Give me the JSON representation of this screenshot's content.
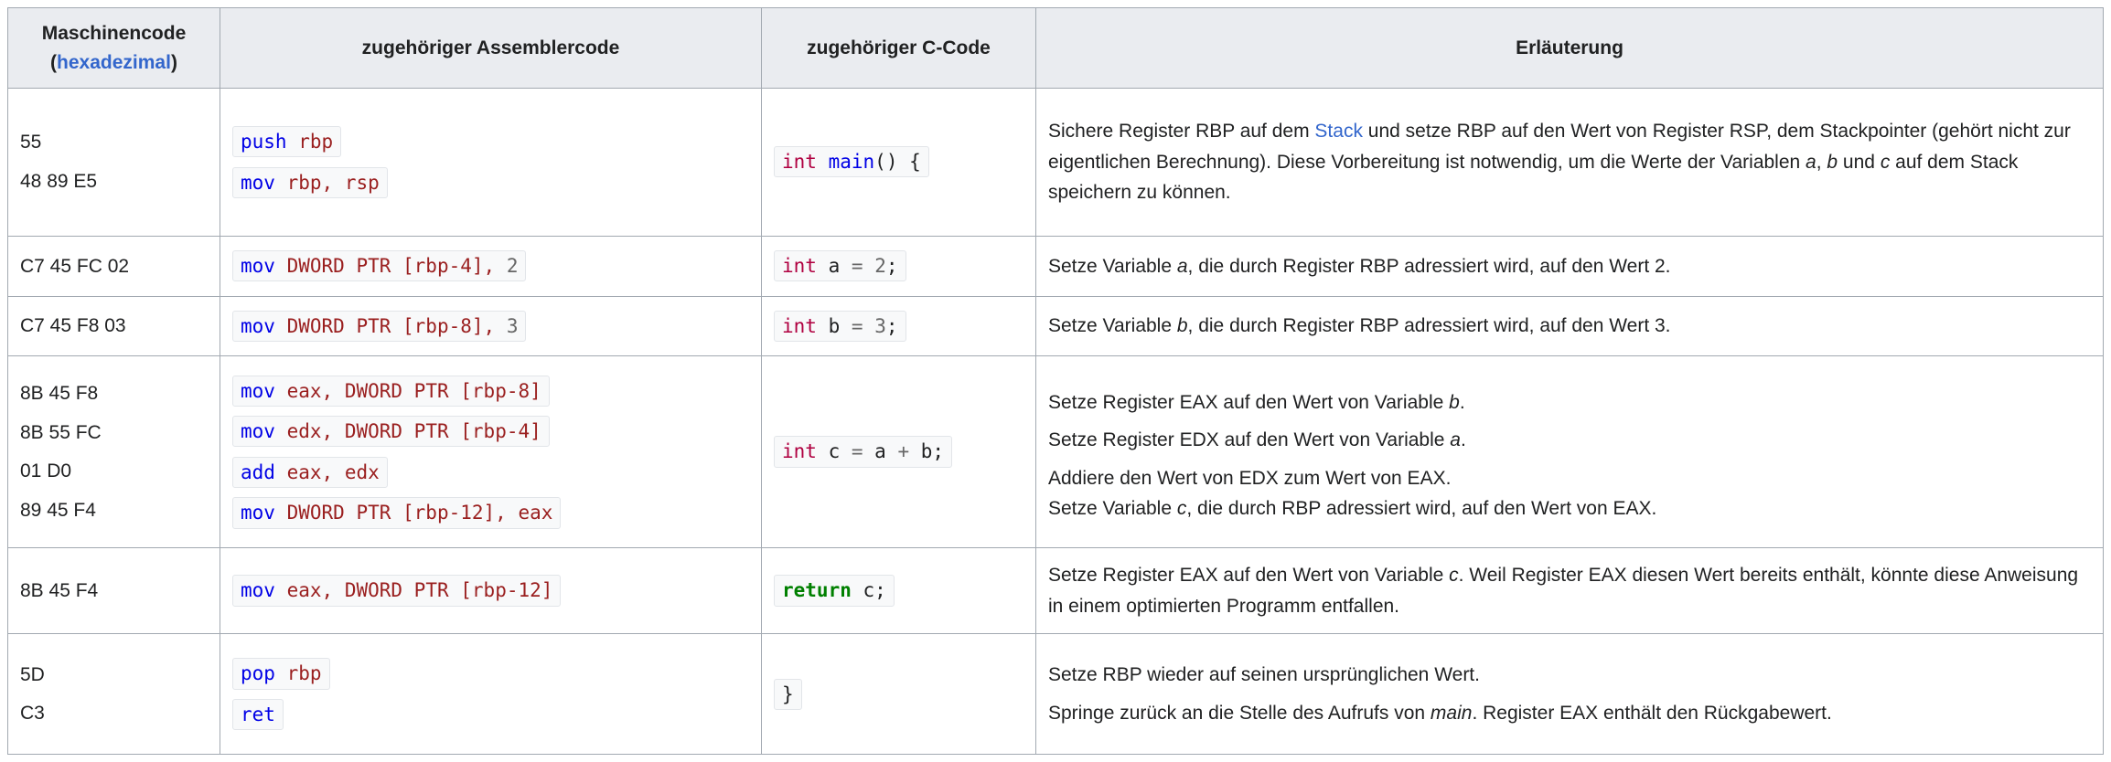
{
  "colors": {
    "link": "#3366cc",
    "table_border": "#a2a9b1",
    "header_bg": "#eaecf0",
    "chip_bg": "#f8f9fa",
    "chip_border": "#e2e5e9",
    "text": "#202122",
    "asm_mnemonic": "#0000e6",
    "asm_operand": "#9a1f1f",
    "c_type": "#b00040",
    "c_function": "#0000e6",
    "c_keyword": "#008000",
    "number_operator": "#666666"
  },
  "header": {
    "col1_title": "Maschinencode",
    "col1_open": "(",
    "col1_link": "hexadezimal",
    "col1_close": ")",
    "col2": "zugehöriger Assemblercode",
    "col3": "zugehöriger C-Code",
    "col4": "Erläuterung"
  },
  "rows": [
    {
      "machine_code": [
        "55",
        "48 89 E5"
      ],
      "asm": [
        [
          {
            "t": "push",
            "c": "mn"
          },
          {
            "t": " ",
            "c": "pl"
          },
          {
            "t": "rbp",
            "c": "op"
          }
        ],
        [
          {
            "t": "mov",
            "c": "mn"
          },
          {
            "t": " ",
            "c": "pl"
          },
          {
            "t": "rbp,",
            "c": "op"
          },
          {
            "t": " ",
            "c": "pl"
          },
          {
            "t": "rsp",
            "c": "op"
          }
        ]
      ],
      "c_code": [
        {
          "t": "int",
          "c": "kt"
        },
        {
          "t": " ",
          "c": "pl"
        },
        {
          "t": "main",
          "c": "nf"
        },
        {
          "t": "() {",
          "c": "pl"
        }
      ],
      "explanation": [
        {
          "tight": false,
          "segments": [
            {
              "t": "Sichere Register RBP auf dem ",
              "s": "t"
            },
            {
              "t": "Stack",
              "s": "a"
            },
            {
              "t": " und setze RBP auf den Wert von Register RSP, dem Stackpointer (gehört nicht zur eigentlichen Berechnung). Diese Vorbereitung ist notwendig, um die Werte der Variablen ",
              "s": "t"
            },
            {
              "t": "a",
              "s": "i"
            },
            {
              "t": ", ",
              "s": "t"
            },
            {
              "t": "b",
              "s": "i"
            },
            {
              "t": " und ",
              "s": "t"
            },
            {
              "t": "c",
              "s": "i"
            },
            {
              "t": " auf dem Stack speichern zu können.",
              "s": "t"
            }
          ]
        }
      ]
    },
    {
      "machine_code": [
        "C7 45 FC 02"
      ],
      "asm": [
        [
          {
            "t": "mov",
            "c": "mn"
          },
          {
            "t": " ",
            "c": "pl"
          },
          {
            "t": "DWORD PTR [rbp-4],",
            "c": "op"
          },
          {
            "t": " ",
            "c": "pl"
          },
          {
            "t": "2",
            "c": "num"
          }
        ]
      ],
      "c_code": [
        {
          "t": "int",
          "c": "kt"
        },
        {
          "t": " a ",
          "c": "pl"
        },
        {
          "t": "=",
          "c": "num"
        },
        {
          "t": " ",
          "c": "pl"
        },
        {
          "t": "2",
          "c": "num"
        },
        {
          "t": ";",
          "c": "pl"
        }
      ],
      "explanation": [
        {
          "tight": false,
          "segments": [
            {
              "t": "Setze Variable ",
              "s": "t"
            },
            {
              "t": "a",
              "s": "i"
            },
            {
              "t": ", die durch Register RBP adressiert wird, auf den Wert 2.",
              "s": "t"
            }
          ]
        }
      ]
    },
    {
      "machine_code": [
        "C7 45 F8 03"
      ],
      "asm": [
        [
          {
            "t": "mov",
            "c": "mn"
          },
          {
            "t": " ",
            "c": "pl"
          },
          {
            "t": "DWORD PTR [rbp-8],",
            "c": "op"
          },
          {
            "t": " ",
            "c": "pl"
          },
          {
            "t": "3",
            "c": "num"
          }
        ]
      ],
      "c_code": [
        {
          "t": "int",
          "c": "kt"
        },
        {
          "t": " b ",
          "c": "pl"
        },
        {
          "t": "=",
          "c": "num"
        },
        {
          "t": " ",
          "c": "pl"
        },
        {
          "t": "3",
          "c": "num"
        },
        {
          "t": ";",
          "c": "pl"
        }
      ],
      "explanation": [
        {
          "tight": false,
          "segments": [
            {
              "t": "Setze Variable ",
              "s": "t"
            },
            {
              "t": "b",
              "s": "i"
            },
            {
              "t": ", die durch Register RBP adressiert wird, auf den Wert 3.",
              "s": "t"
            }
          ]
        }
      ]
    },
    {
      "machine_code": [
        "8B 45 F8",
        "8B 55 FC",
        "01 D0",
        "89 45 F4"
      ],
      "asm": [
        [
          {
            "t": "mov",
            "c": "mn"
          },
          {
            "t": " ",
            "c": "pl"
          },
          {
            "t": "eax,",
            "c": "op"
          },
          {
            "t": " ",
            "c": "pl"
          },
          {
            "t": "DWORD PTR [rbp-8]",
            "c": "op"
          }
        ],
        [
          {
            "t": "mov",
            "c": "mn"
          },
          {
            "t": " ",
            "c": "pl"
          },
          {
            "t": "edx,",
            "c": "op"
          },
          {
            "t": " ",
            "c": "pl"
          },
          {
            "t": "DWORD PTR [rbp-4]",
            "c": "op"
          }
        ],
        [
          {
            "t": "add",
            "c": "mn"
          },
          {
            "t": " ",
            "c": "pl"
          },
          {
            "t": "eax,",
            "c": "op"
          },
          {
            "t": " ",
            "c": "pl"
          },
          {
            "t": "edx",
            "c": "op"
          }
        ],
        [
          {
            "t": "mov",
            "c": "mn"
          },
          {
            "t": " ",
            "c": "pl"
          },
          {
            "t": "DWORD PTR [rbp-12],",
            "c": "op"
          },
          {
            "t": " ",
            "c": "pl"
          },
          {
            "t": "eax",
            "c": "op"
          }
        ]
      ],
      "c_code": [
        {
          "t": "int",
          "c": "kt"
        },
        {
          "t": " c ",
          "c": "pl"
        },
        {
          "t": "=",
          "c": "num"
        },
        {
          "t": " a ",
          "c": "pl"
        },
        {
          "t": "+",
          "c": "num"
        },
        {
          "t": " b",
          "c": "pl"
        },
        {
          "t": ";",
          "c": "pl"
        }
      ],
      "explanation": [
        {
          "tight": false,
          "segments": [
            {
              "t": "Setze Register EAX auf den Wert von Variable ",
              "s": "t"
            },
            {
              "t": "b",
              "s": "i"
            },
            {
              "t": ".",
              "s": "t"
            }
          ]
        },
        {
          "tight": false,
          "segments": [
            {
              "t": "Setze Register EDX auf den Wert von Variable ",
              "s": "t"
            },
            {
              "t": "a",
              "s": "i"
            },
            {
              "t": ".",
              "s": "t"
            }
          ]
        },
        {
          "tight": true,
          "segments": [
            {
              "t": "Addiere den Wert von EDX zum Wert von EAX.",
              "s": "t"
            }
          ]
        },
        {
          "tight": true,
          "segments": [
            {
              "t": "Setze Variable ",
              "s": "t"
            },
            {
              "t": "c",
              "s": "i"
            },
            {
              "t": ", die durch RBP adressiert wird, auf den Wert von EAX.",
              "s": "t"
            }
          ]
        }
      ]
    },
    {
      "machine_code": [
        "8B 45 F4"
      ],
      "asm": [
        [
          {
            "t": "mov",
            "c": "mn"
          },
          {
            "t": " ",
            "c": "pl"
          },
          {
            "t": "eax,",
            "c": "op"
          },
          {
            "t": " ",
            "c": "pl"
          },
          {
            "t": "DWORD PTR [rbp-12]",
            "c": "op"
          }
        ]
      ],
      "c_code": [
        {
          "t": "return",
          "c": "kw"
        },
        {
          "t": " c;",
          "c": "pl"
        }
      ],
      "explanation": [
        {
          "tight": false,
          "segments": [
            {
              "t": "Setze Register EAX auf den Wert von Variable ",
              "s": "t"
            },
            {
              "t": "c",
              "s": "i"
            },
            {
              "t": ". Weil Register EAX diesen Wert bereits enthält, könnte diese Anweisung in einem optimierten Programm entfallen.",
              "s": "t"
            }
          ]
        }
      ]
    },
    {
      "machine_code": [
        "5D",
        "C3"
      ],
      "asm": [
        [
          {
            "t": "pop",
            "c": "mn"
          },
          {
            "t": " ",
            "c": "pl"
          },
          {
            "t": "rbp",
            "c": "op"
          }
        ],
        [
          {
            "t": "ret",
            "c": "mn"
          }
        ]
      ],
      "c_code": [
        {
          "t": "}",
          "c": "pl"
        }
      ],
      "explanation": [
        {
          "tight": false,
          "segments": [
            {
              "t": "Setze RBP wieder auf seinen ursprünglichen Wert.",
              "s": "t"
            }
          ]
        },
        {
          "tight": false,
          "segments": [
            {
              "t": "Springe zurück an die Stelle des Aufrufs von ",
              "s": "t"
            },
            {
              "t": "main",
              "s": "i"
            },
            {
              "t": ". Register EAX enthält den Rückgabewert.",
              "s": "t"
            }
          ]
        }
      ]
    }
  ]
}
